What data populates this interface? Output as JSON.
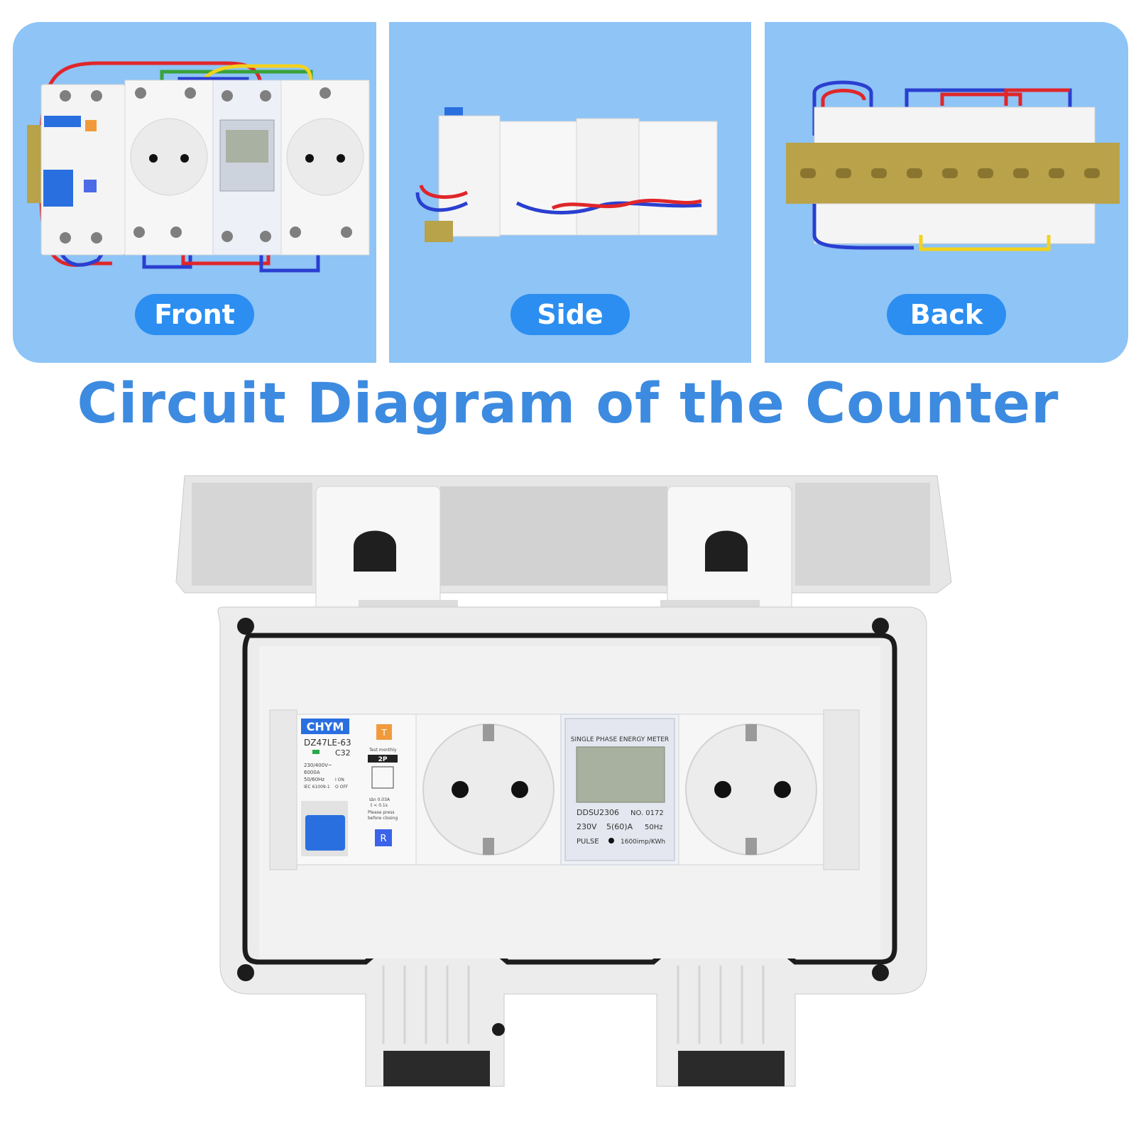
{
  "views": [
    {
      "label": "Front"
    },
    {
      "label": "Side"
    },
    {
      "label": "Back"
    }
  ],
  "headline": "Circuit Diagram of the Counter",
  "breaker": {
    "brand": "CHYM",
    "model": "DZ47LE-63",
    "rating": "C32",
    "voltage": "230/400V~",
    "capacity": "6000A",
    "frequency": "50/60Hz",
    "standard": "IEC 61009-1",
    "on_label": "I ON",
    "off_label": "O OFF",
    "test_label": "Test monthly",
    "poles": "2P",
    "leak": "IΔn 0.03A",
    "trip": "t < 0.1s",
    "note1": "Please press",
    "note2": "before closing",
    "reset_label": "R",
    "test_button": "T"
  },
  "meter": {
    "title": "SINGLE PHASE ENERGY METER",
    "model": "DDSU2306",
    "number": "NO. 0172",
    "voltage": "230V",
    "current": "5(60)A",
    "frequency": "50Hz",
    "pulse": "PULSE",
    "rate": "1600imp/KWh"
  },
  "colors": {
    "panel_bg": "#8ec4f6",
    "pill": "#2b8ef0",
    "headline": "#3d8be0",
    "wire_red": "#e0262a",
    "wire_blue": "#2a3fd0",
    "wire_yellow": "#f2d21e",
    "wire_green": "#3aa23a",
    "breaker_toggle": "#2a6fe0"
  }
}
